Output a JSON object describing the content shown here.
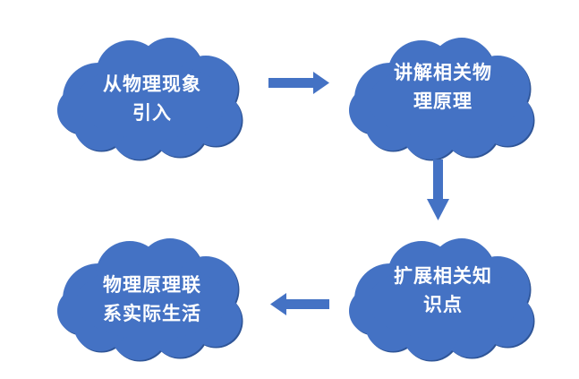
{
  "colors": {
    "cloud_fill": "#4472C4",
    "cloud_stroke": "#2F5597",
    "arrow": "#4472C4",
    "text": "#FFFFFF",
    "background": "#FFFFFF"
  },
  "nodes": [
    {
      "line1": "从物理现象",
      "line2": "引入"
    },
    {
      "line1": "讲解相关物",
      "line2": "理原理"
    },
    {
      "line1": "扩展相关知",
      "line2": "识点"
    },
    {
      "line1": "物理原理联",
      "line2": "系实际生活"
    }
  ],
  "edges": [
    {
      "from": 0,
      "to": 1,
      "direction": "right"
    },
    {
      "from": 1,
      "to": 2,
      "direction": "down"
    },
    {
      "from": 2,
      "to": 3,
      "direction": "left"
    }
  ]
}
